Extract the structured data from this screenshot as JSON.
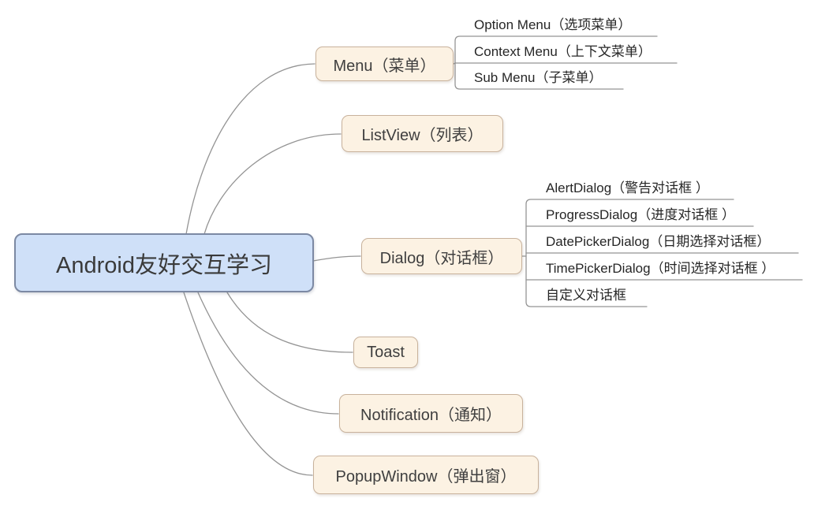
{
  "colors": {
    "root_fill": "#cfe0f8",
    "root_border": "#7c89a3",
    "topic_fill": "#fcf2e3",
    "topic_border": "#c8b29c",
    "connector": "#949494",
    "text": "#3a3a3a"
  },
  "mindmap": {
    "root": {
      "label": "Android友好交互学习"
    },
    "branches": [
      {
        "label": "Menu（菜单）",
        "children": [
          "Option Menu（选项菜单）",
          "Context Menu（上下文菜单）",
          "Sub Menu（子菜单）"
        ]
      },
      {
        "label": "ListView（列表）",
        "children": []
      },
      {
        "label": "Dialog（对话框）",
        "children": [
          "AlertDialog（警告对话框 ）",
          "ProgressDialog（进度对话框 ）",
          "DatePickerDialog（日期选择对话框）",
          "TimePickerDialog（时间选择对话框 ）",
          "自定义对话框"
        ]
      },
      {
        "label": "Toast",
        "children": []
      },
      {
        "label": "Notification（通知）",
        "children": []
      },
      {
        "label": "PopupWindow（弹出窗）",
        "children": []
      }
    ]
  }
}
